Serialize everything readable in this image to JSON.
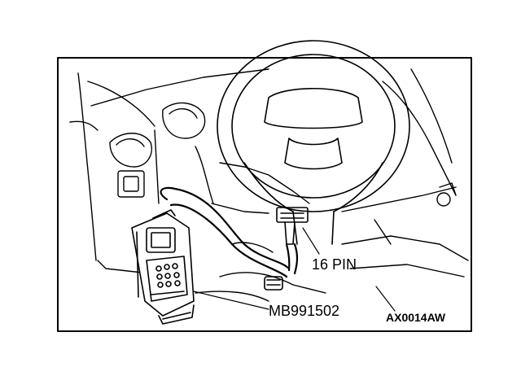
{
  "labels": {
    "connector_pins": "16 PIN",
    "part_number": "MB991502",
    "figure_code": "AX0014AW"
  },
  "colors": {
    "ink": "#000000",
    "paper": "#ffffff"
  },
  "icons": [
    "steering-wheel-icon",
    "scan-tool-icon",
    "diagnostic-connector-icon"
  ]
}
